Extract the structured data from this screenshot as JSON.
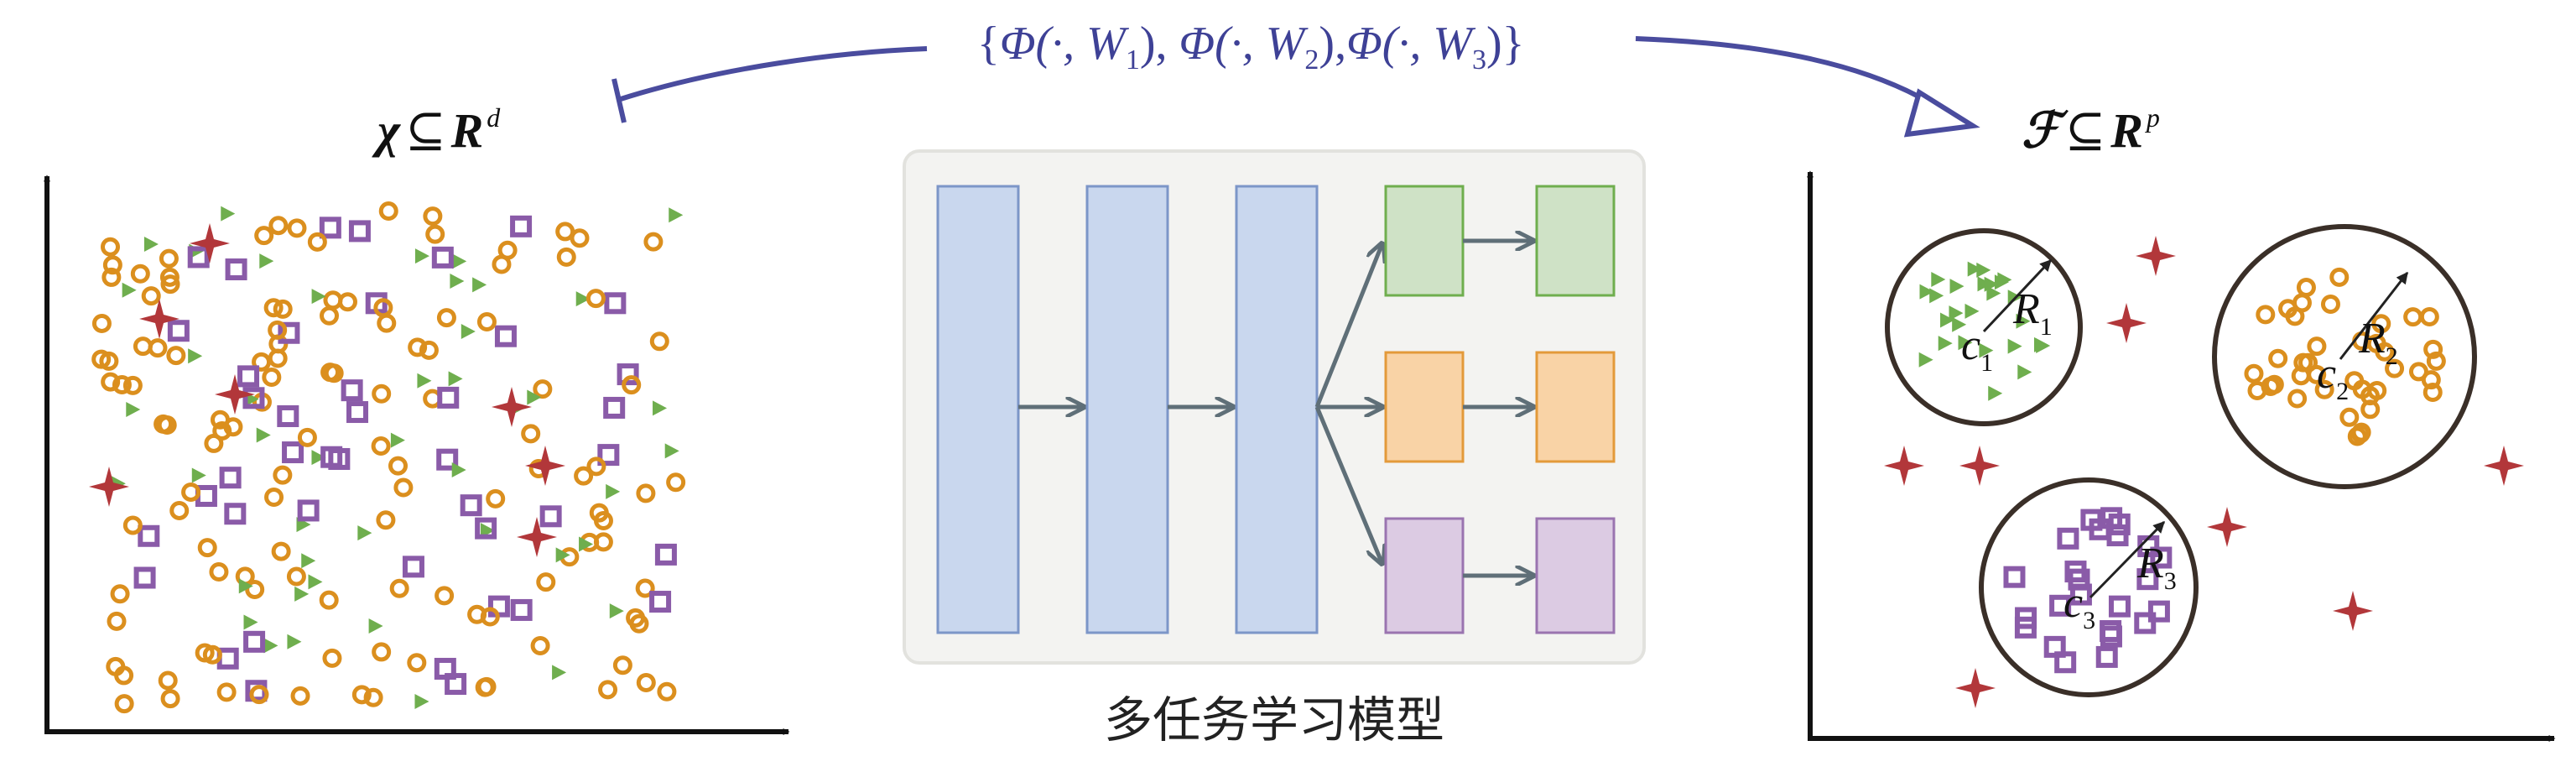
{
  "top_formula": {
    "open": "{",
    "phi1": "Φ",
    "arg1": "(·, W",
    "sub1": "1",
    "close1": "), ",
    "phi2": "Φ",
    "arg2": "(·, W",
    "sub2": "2",
    "close2": "),",
    "phi3": "Φ",
    "arg3": "(·, W",
    "sub3": "3",
    "close3": ")}"
  },
  "input_space": {
    "symbol": "χ",
    "subset": "⊆",
    "set": "R",
    "exp": "d"
  },
  "feature_space": {
    "symbol": "ℱ",
    "subset": "⊆",
    "set": "R",
    "exp": "p"
  },
  "model_caption": "多任务学习模型",
  "clusters": [
    {
      "center": "c",
      "center_sub": "1",
      "radius": "R",
      "radius_sub": "1"
    },
    {
      "center": "c",
      "center_sub": "2",
      "radius": "R",
      "radius_sub": "2"
    },
    {
      "center": "c",
      "center_sub": "3",
      "radius": "R",
      "radius_sub": "3"
    }
  ],
  "colors": {
    "orange": "#DB8F1E",
    "green": "#6FAE4E",
    "purple": "#8A5BA8",
    "cross": "#B2373A",
    "arrow_blue": "#4A4C9E",
    "formula_blue": "#3E4196",
    "block_blue": "#C9D7EE",
    "block_blue_edge": "#7C96C8",
    "block_green": "#CFE2C6",
    "block_green_edge": "#6FAE4E",
    "block_orange": "#F9D3A6",
    "block_orange_edge": "#E39A3A",
    "block_purple": "#DCCBE3",
    "block_purple_edge": "#9A74B0"
  }
}
